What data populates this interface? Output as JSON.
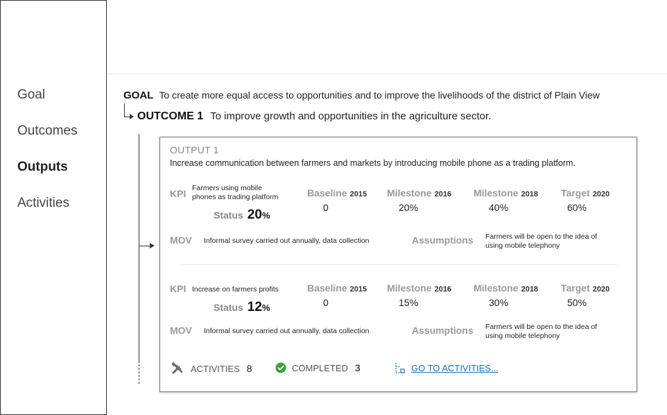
{
  "sidebar": {
    "items": [
      {
        "label": "Goal",
        "active": false
      },
      {
        "label": "Outcomes",
        "active": false
      },
      {
        "label": "Outputs",
        "active": true
      },
      {
        "label": "Activities",
        "active": false
      }
    ]
  },
  "goal": {
    "label": "GOAL",
    "text": "To create more equal access to opportunities and to improve the livelihoods of the district of Plain View"
  },
  "outcome": {
    "label": "OUTCOME 1",
    "text": "To improve growth and opportunities in the agriculture sector."
  },
  "output": {
    "title": "OUTPUT 1",
    "description": "Increase communication between farmers and markets by introducing mobile phone as a trading platform.",
    "kpis": [
      {
        "kpi_label": "KPI",
        "kpi_text_line1": "Farmers using mobile",
        "kpi_text_line2": "phones as trading platform",
        "status_label": "Status",
        "status_value": "20",
        "status_unit": "%",
        "baseline_label": "Baseline",
        "baseline_year": "2015",
        "baseline_value": "0",
        "milestone1_label": "Milestone",
        "milestone1_year": "2016",
        "milestone1_value": "20%",
        "milestone2_label": "Milestone",
        "milestone2_year": "2018",
        "milestone2_value": "40%",
        "target_label": "Target",
        "target_year": "2020",
        "target_value": "60%",
        "mov_label": "MOV",
        "mov_text": "Informal survey carried out annually, data collection",
        "assumptions_label": "Assumptions",
        "assumptions_line1": "Farmers will be open to the idea of",
        "assumptions_line2": "using mobile telephony"
      },
      {
        "kpi_label": "KPI",
        "kpi_text_line1": "Increase on farmers profits",
        "kpi_text_line2": "",
        "status_label": "Status",
        "status_value": "12",
        "status_unit": "%",
        "baseline_label": "Baseline",
        "baseline_year": "2015",
        "baseline_value": "0",
        "milestone1_label": "Milestone",
        "milestone1_year": "2016",
        "milestone1_value": "15%",
        "milestone2_label": "Milestone",
        "milestone2_year": "2018",
        "milestone2_value": "30%",
        "target_label": "Target",
        "target_year": "2020",
        "target_value": "50%",
        "mov_label": "MOV",
        "mov_text": "Informal survey carried out annually, data collection",
        "assumptions_label": "Assumptions",
        "assumptions_line1": "Farmers will be open to the idea of",
        "assumptions_line2": "using mobile telephony"
      }
    ],
    "footer": {
      "activities_label": "ACTIVITIES",
      "activities_count": "8",
      "completed_label": "COMPLETED",
      "completed_count": "3",
      "go_link": "GO TO ACTIVITIES..."
    }
  },
  "icons": {
    "tools": "tools-icon",
    "check": "check-circle-icon",
    "goto": "go-to-icon"
  },
  "colors": {
    "link": "#1a6fb5",
    "check": "#3aa335",
    "muted": "#999999"
  }
}
